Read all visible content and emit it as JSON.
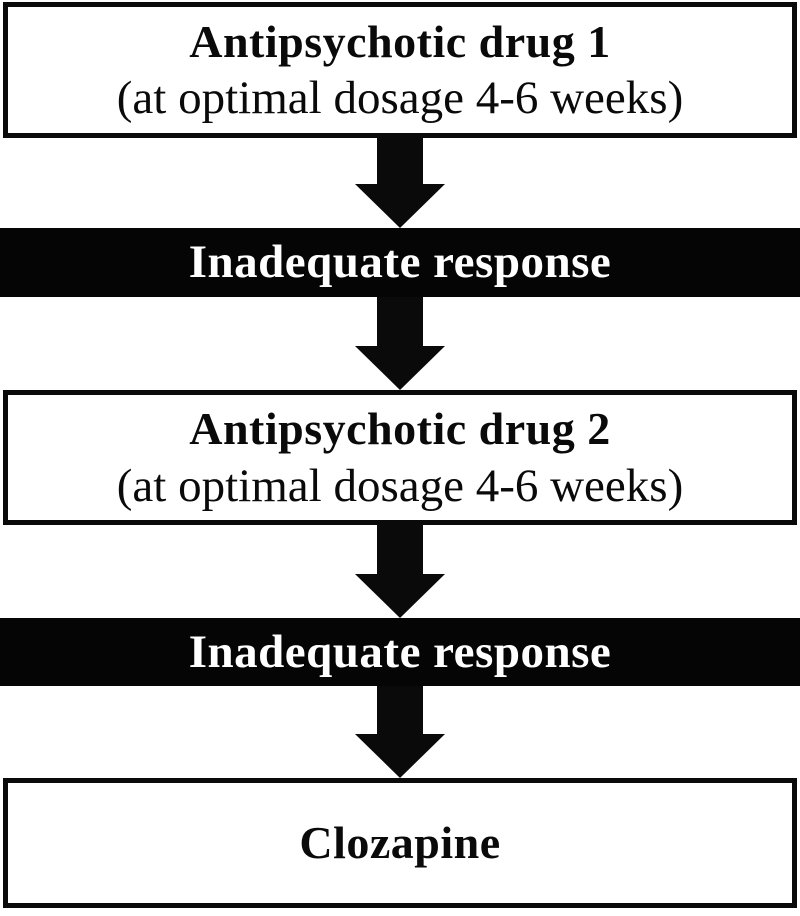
{
  "colors": {
    "page_bg": "#ffffff",
    "box_bg": "#ffffff",
    "ink": "#0a0a0a",
    "bar_bg": "#050505",
    "bar_text": "#ffffff"
  },
  "flowchart": {
    "description": "Treatment algorithm flowchart: two antipsychotic drug trials with inadequate response leading to clozapine",
    "connector": "thick-down-arrow",
    "nodes": [
      {
        "id": "antipsychotic-drug-1",
        "type": "outlined-box",
        "title": "Antipsychotic drug 1",
        "subtitle": "(at optimal dosage 4-6 weeks)"
      },
      {
        "id": "inadequate-response-1",
        "type": "black-bar",
        "title": "Inadequate response"
      },
      {
        "id": "antipsychotic-drug-2",
        "type": "outlined-box",
        "title": "Antipsychotic drug 2",
        "subtitle": "(at optimal dosage 4-6 weeks)"
      },
      {
        "id": "inadequate-response-2",
        "type": "black-bar",
        "title": "Inadequate response"
      },
      {
        "id": "clozapine",
        "type": "outlined-box",
        "title": "Clozapine"
      }
    ]
  }
}
